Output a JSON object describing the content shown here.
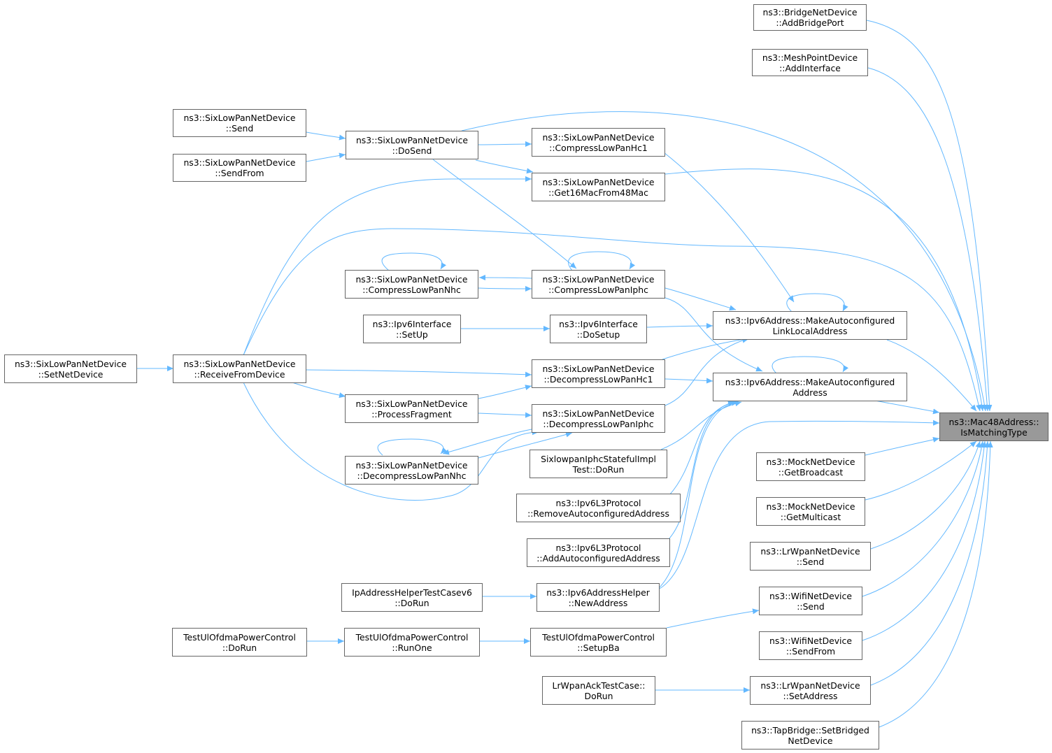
{
  "colors": {
    "edge": "#63b8ff",
    "node_border": "#666666",
    "focus_fill": "#999999"
  },
  "nodes": {
    "isMatching": {
      "l1": "ns3::Mac48Address::",
      "l2": "IsMatchingType"
    },
    "bridgeAdd": {
      "l1": "ns3::BridgeNetDevice",
      "l2": "::AddBridgePort"
    },
    "meshAdd": {
      "l1": "ns3::MeshPointDevice",
      "l2": "::AddInterface"
    },
    "slpSend": {
      "l1": "ns3::SixLowPanNetDevice",
      "l2": "::Send"
    },
    "slpDoSend": {
      "l1": "ns3::SixLowPanNetDevice",
      "l2": "::DoSend"
    },
    "slpSendFrom": {
      "l1": "ns3::SixLowPanNetDevice",
      "l2": "::SendFrom"
    },
    "slpCompHc1": {
      "l1": "ns3::SixLowPanNetDevice",
      "l2": "::CompressLowPanHc1"
    },
    "slpGet16": {
      "l1": "ns3::SixLowPanNetDevice",
      "l2": "::Get16MacFrom48Mac"
    },
    "slpCompNhc": {
      "l1": "ns3::SixLowPanNetDevice",
      "l2": "::CompressLowPanNhc"
    },
    "slpCompIphc": {
      "l1": "ns3::SixLowPanNetDevice",
      "l2": "::CompressLowPanIphc"
    },
    "ipv6MakeLL": {
      "l1": "ns3::Ipv6Address::MakeAutoconfigured",
      "l2": "LinkLocalAddress"
    },
    "ipv6IfSetUp": {
      "l1": "ns3::Ipv6Interface",
      "l2": "::SetUp"
    },
    "ipv6IfDoSetup": {
      "l1": "ns3::Ipv6Interface",
      "l2": "::DoSetup"
    },
    "slpSetNet": {
      "l1": "ns3::SixLowPanNetDevice",
      "l2": "::SetNetDevice"
    },
    "slpRecv": {
      "l1": "ns3::SixLowPanNetDevice",
      "l2": "::ReceiveFromDevice"
    },
    "slpDecHc1": {
      "l1": "ns3::SixLowPanNetDevice",
      "l2": "::DecompressLowPanHc1"
    },
    "ipv6Make": {
      "l1": "ns3::Ipv6Address::MakeAutoconfigured",
      "l2": "Address"
    },
    "slpProcFrag": {
      "l1": "ns3::SixLowPanNetDevice",
      "l2": "::ProcessFragment"
    },
    "slpDecIphc": {
      "l1": "ns3::SixLowPanNetDevice",
      "l2": "::DecompressLowPanIphc"
    },
    "slpDecNhc": {
      "l1": "ns3::SixLowPanNetDevice",
      "l2": "::DecompressLowPanNhc"
    },
    "iphcTest": {
      "l1": "SixlowpanIphcStatefulImpl",
      "l2": "Test::DoRun"
    },
    "mockBcast": {
      "l1": "ns3::MockNetDevice",
      "l2": "::GetBroadcast"
    },
    "ipv6L3Remove": {
      "l1": "ns3::Ipv6L3Protocol",
      "l2": "::RemoveAutoconfiguredAddress"
    },
    "mockMcast": {
      "l1": "ns3::MockNetDevice",
      "l2": "::GetMulticast"
    },
    "ipv6L3Add": {
      "l1": "ns3::Ipv6L3Protocol",
      "l2": "::AddAutoconfiguredAddress"
    },
    "lrwpanSend": {
      "l1": "ns3::LrWpanNetDevice",
      "l2": "::Send"
    },
    "ipHelperTest": {
      "l1": "IpAddressHelperTestCasev6",
      "l2": "::DoRun"
    },
    "ipv6HelperNew": {
      "l1": "ns3::Ipv6AddressHelper",
      "l2": "::NewAddress"
    },
    "wifiSend": {
      "l1": "ns3::WifiNetDevice",
      "l2": "::Send"
    },
    "ulDoRun": {
      "l1": "TestUlOfdmaPowerControl",
      "l2": "::DoRun"
    },
    "ulRunOne": {
      "l1": "TestUlOfdmaPowerControl",
      "l2": "::RunOne"
    },
    "ulSetupBa": {
      "l1": "TestUlOfdmaPowerControl",
      "l2": "::SetupBa"
    },
    "wifiSendFrom": {
      "l1": "ns3::WifiNetDevice",
      "l2": "::SendFrom"
    },
    "lrwpanAckTest": {
      "l1": "LrWpanAckTestCase::",
      "l2": "DoRun"
    },
    "lrwpanSetAddr": {
      "l1": "ns3::LrWpanNetDevice",
      "l2": "::SetAddress"
    },
    "tapBridge": {
      "l1": "ns3::TapBridge::SetBridged",
      "l2": "NetDevice"
    }
  }
}
